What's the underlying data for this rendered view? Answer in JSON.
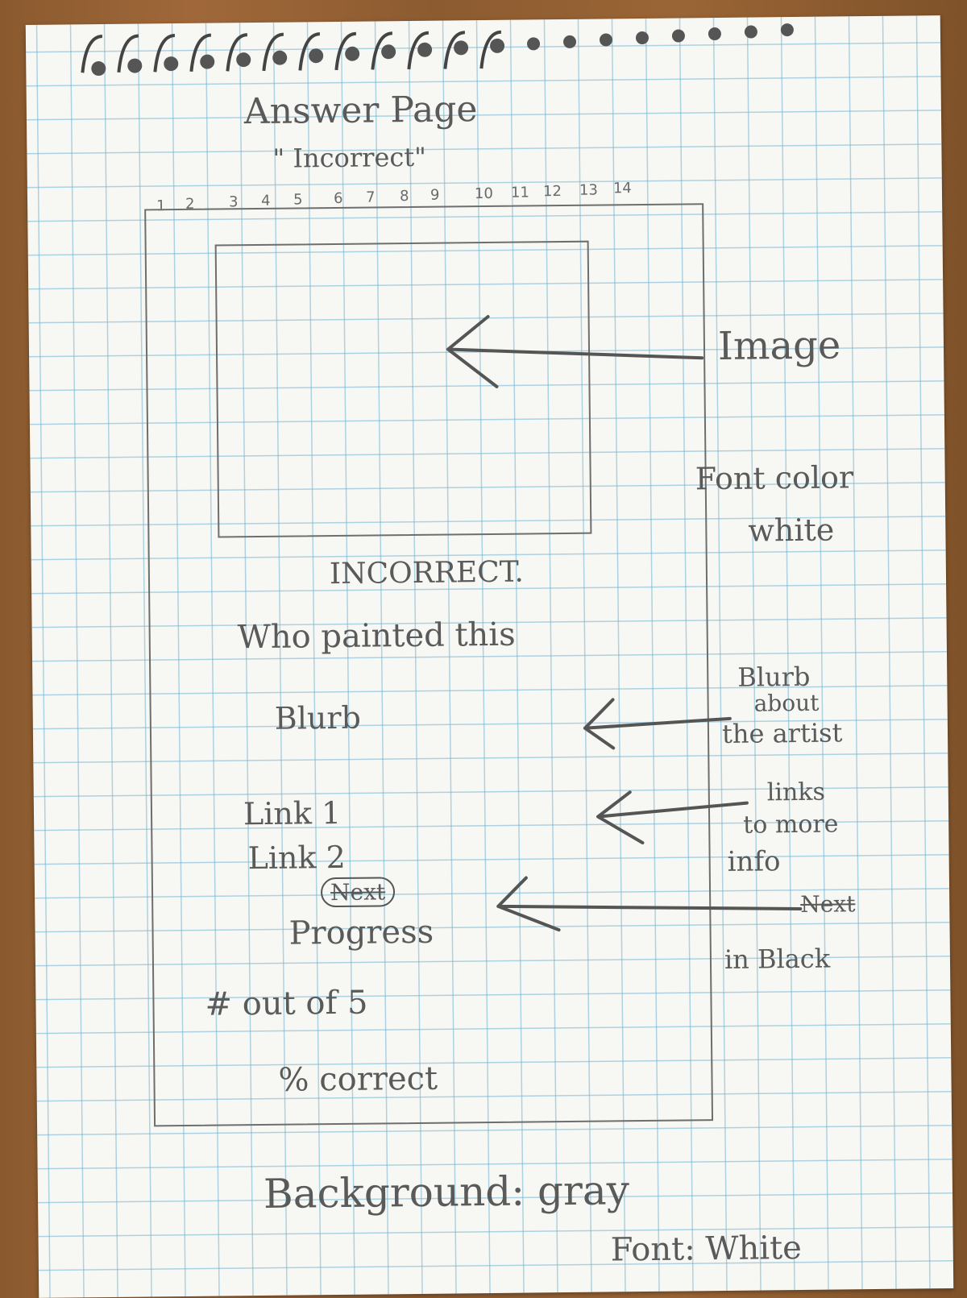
{
  "title": "Answer Page",
  "subtitle": "\" Incorrect\"",
  "ruler": [
    "1",
    "2",
    "3",
    "4",
    "5",
    "6",
    "7",
    "8",
    "9",
    "10",
    "11",
    "12",
    "13",
    "14"
  ],
  "wireframe": {
    "result_label": "INCORRECT.",
    "question": "Who painted this",
    "blurb": "Blurb",
    "link1": "Link 1",
    "link2": "Link 2",
    "next": "Next",
    "progress": "Progress",
    "score": "# out of 5",
    "percent": "% correct"
  },
  "annotations": {
    "image": "Image",
    "font_color_line1": "Font color",
    "font_color_line2": "white",
    "blurb_line1": "Blurb",
    "blurb_line2": "about",
    "blurb_line3": "the artist",
    "links_line1": "links",
    "links_line2": "to more",
    "links_line3": "info",
    "next_line1": "Next",
    "next_line2": "in Black",
    "background": "Background: gray",
    "font": "Font: White"
  },
  "colors": {
    "pencil": "#5a5a5a",
    "grid": "#6eb4d2",
    "paper": "#f7f7f4"
  }
}
